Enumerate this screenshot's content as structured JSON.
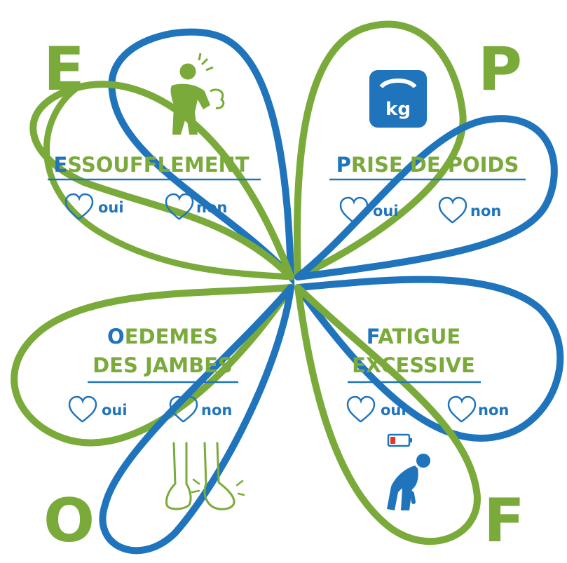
{
  "colors": {
    "green": "#7aaa3a",
    "blue": "#1f74bc"
  },
  "letters": {
    "e": "E",
    "p": "P",
    "o": "O",
    "f": "F"
  },
  "quadrants": {
    "essoufflement": {
      "initial": "E",
      "rest": "SSOUFFLEMENT",
      "yes": "oui",
      "no": "non",
      "icon": "breathless-person-icon"
    },
    "prise_de_poids": {
      "initial": "P",
      "rest": "RISE DE POIDS",
      "yes": "oui",
      "no": "non",
      "icon": "kg-scale-icon",
      "scale_label": "kg"
    },
    "oedemes": {
      "initial": "O",
      "rest": "EDEMES",
      "line2": "DES JAMBES",
      "yes": "oui",
      "no": "non",
      "icon": "swollen-feet-icon"
    },
    "fatigue": {
      "initial": "F",
      "rest": "ATIGUE",
      "line2": "EXCESSIVE",
      "yes": "oui",
      "no": "non",
      "icon": "tired-person-low-battery-icon"
    }
  }
}
